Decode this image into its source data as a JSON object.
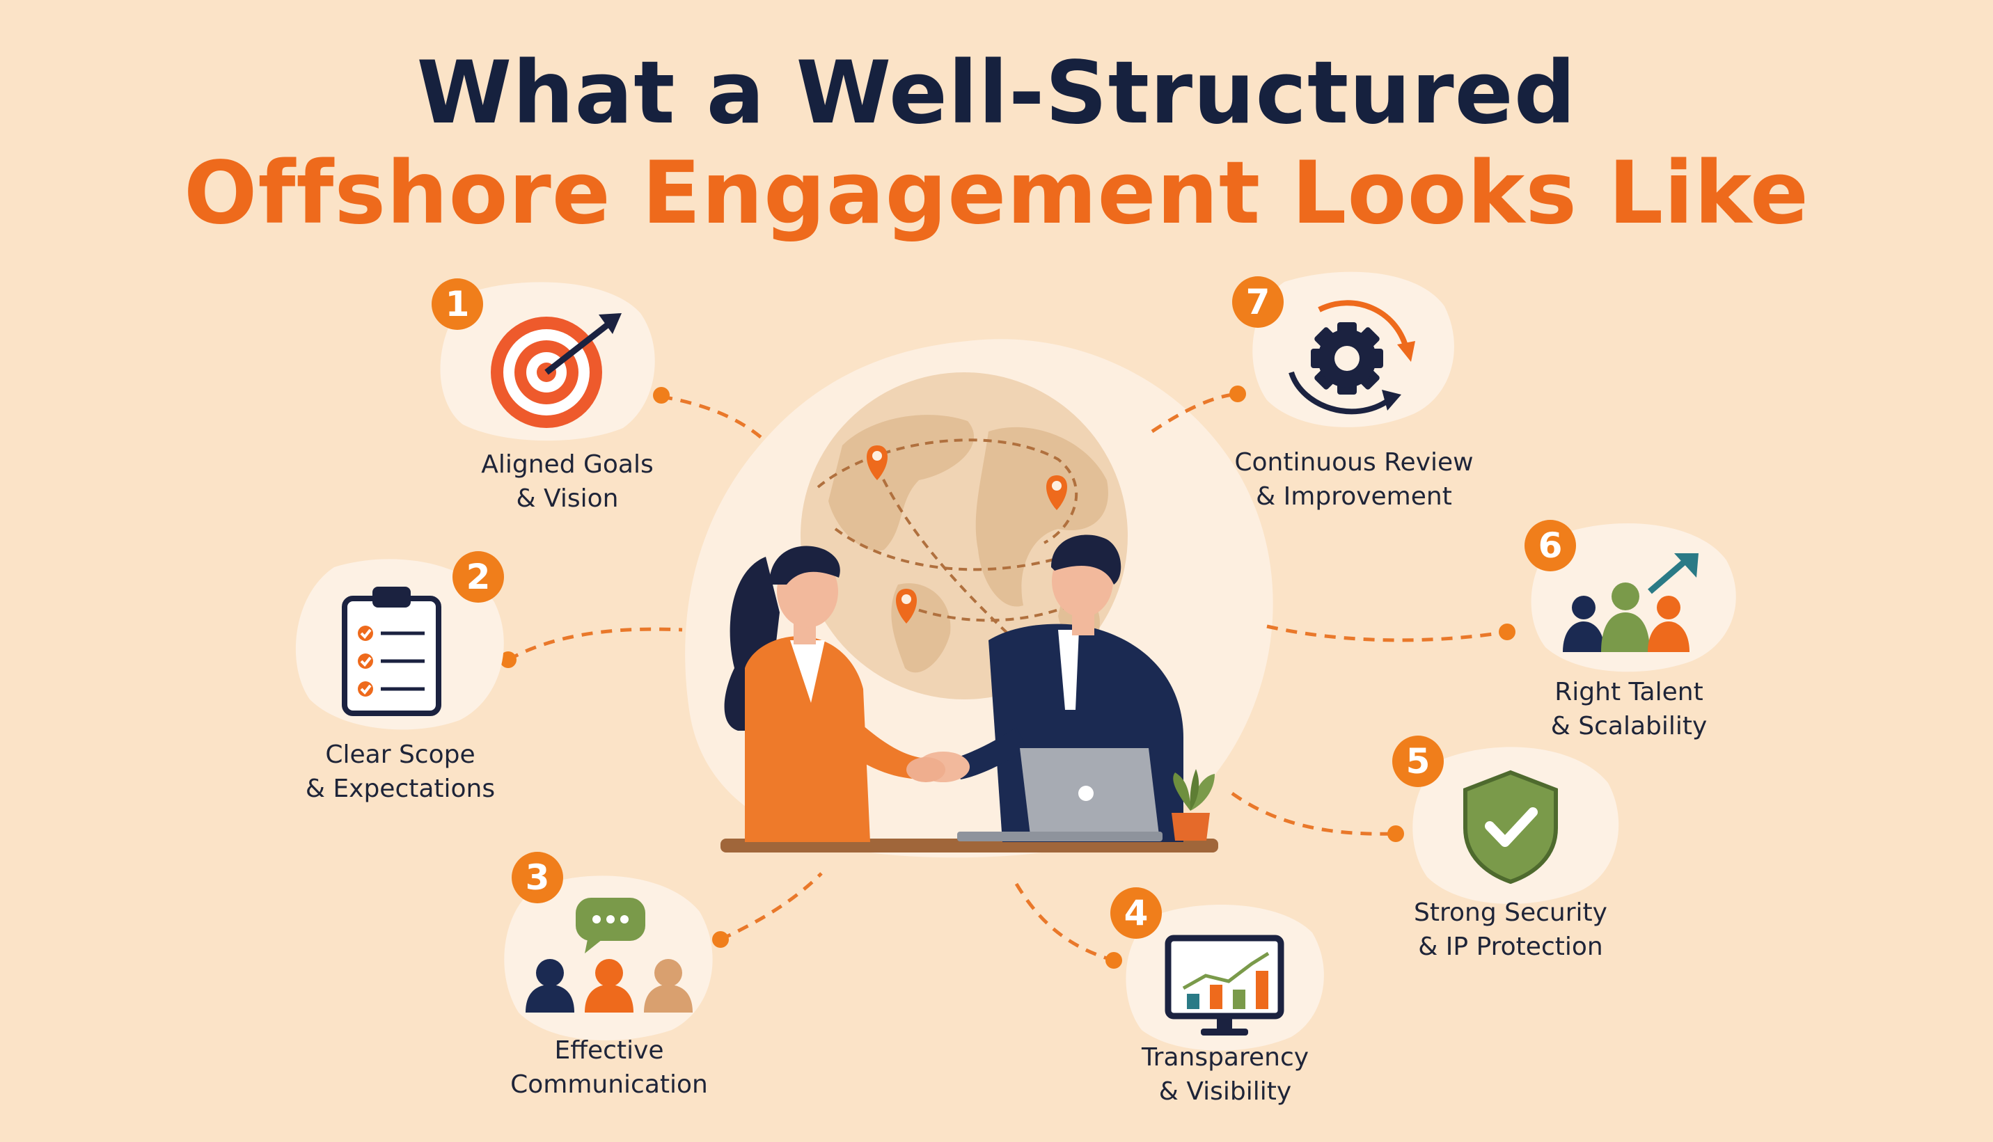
{
  "title": {
    "line1": "What a Well-Structured",
    "line2": "Offshore Engagement Looks Like"
  },
  "colors": {
    "background": "#FBE3C7",
    "navy": "#16213E",
    "orange": "#EE6A1C",
    "badge": "#F07E1B",
    "green": "#7A9A4A",
    "blob": "#FDF1E4"
  },
  "center": {
    "illustration": "two-business-people-shaking-hands-in-front-of-globe-with-laptop"
  },
  "items": [
    {
      "number": "1",
      "line1": "Aligned Goals",
      "line2": "& Vision",
      "icon": "target-arrow-icon"
    },
    {
      "number": "2",
      "line1": "Clear Scope",
      "line2": "& Expectations",
      "icon": "clipboard-checklist-icon"
    },
    {
      "number": "3",
      "line1": "Effective",
      "line2": "Communication",
      "icon": "team-chat-icon"
    },
    {
      "number": "4",
      "line1": "Transparency",
      "line2": "& Visibility",
      "icon": "monitor-chart-icon"
    },
    {
      "number": "5",
      "line1": "Strong Security",
      "line2": "& IP Protection",
      "icon": "shield-check-icon"
    },
    {
      "number": "6",
      "line1": "Right Talent",
      "line2": "& Scalability",
      "icon": "team-growth-icon"
    },
    {
      "number": "7",
      "line1": "Continuous Review",
      "line2": "& Improvement",
      "icon": "gear-cycle-icon"
    }
  ]
}
